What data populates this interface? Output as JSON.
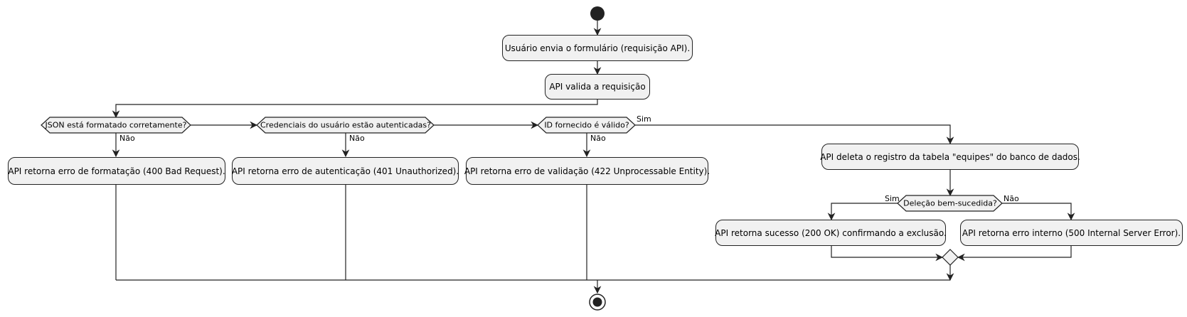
{
  "nodes": {
    "submit": "Usuário envia o formulário (requisição API).",
    "validate": "API valida a requisição",
    "format_error": "API retorna erro de formatação (400 Bad Request).",
    "auth_error": "API retorna erro de autenticação (401 Unauthorized).",
    "validation_error": "API retorna erro de validação (422 Unprocessable Entity).",
    "delete": "API deleta o registro da tabela \"equipes\" do banco de dados.",
    "success": "API retorna sucesso (200 OK) confirmando a exclusão.",
    "internal_error": "API retorna erro interno (500 Internal Server Error)."
  },
  "decisions": {
    "json_check": "JSON está formatado corretamente?",
    "auth_check": "Credenciais do usuário estão autenticadas?",
    "id_check": "ID fornecido é válido?",
    "delete_check": "Deleção bem-sucedida?"
  },
  "branch_labels": {
    "yes": "Sim",
    "no": "Não"
  },
  "colors": {
    "node_fill": "#f1f1f1",
    "stroke": "#222222",
    "start_dot": "#222222"
  }
}
